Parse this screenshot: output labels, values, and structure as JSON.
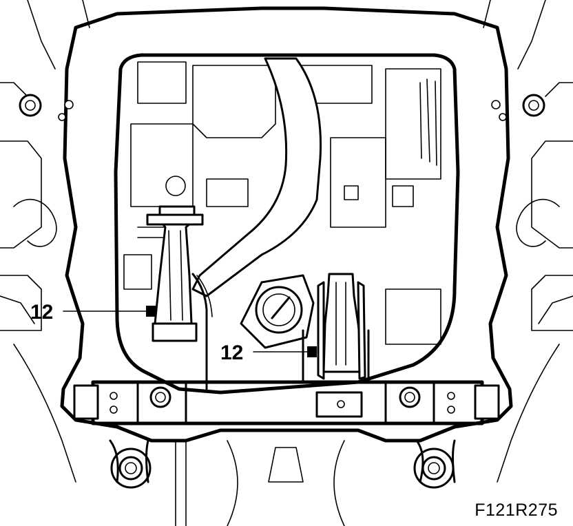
{
  "callouts": [
    {
      "id": "left",
      "label": "12"
    },
    {
      "id": "center",
      "label": "12"
    }
  ],
  "figure_code": "F121R275",
  "icons": {
    "bolt": "bolt-icon",
    "mount": "engine-mount-icon"
  },
  "colors": {
    "line": "#000000",
    "background": "#ffffff"
  }
}
